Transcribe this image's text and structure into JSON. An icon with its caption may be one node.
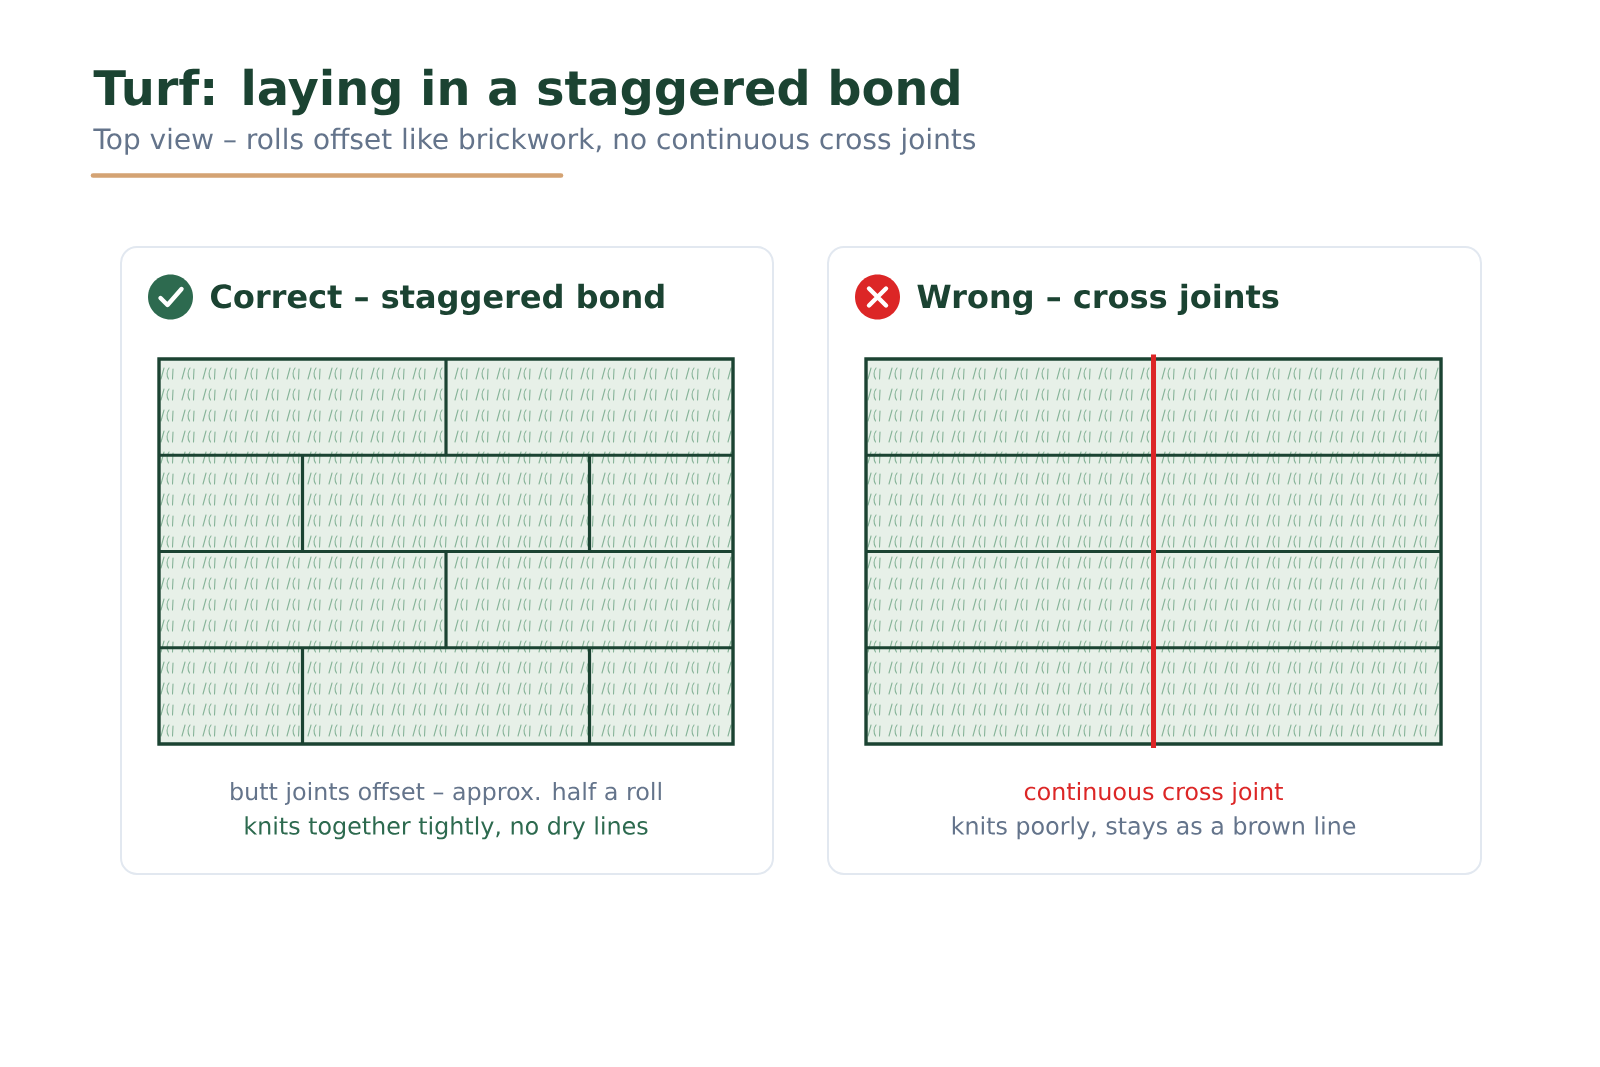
{
  "diagram": {
    "title": "Turf: laying in a staggered bond",
    "nodes": [
      {
        "text": [
          "Correct – staggered bond",
          "butt joints offset – approx. half a roll",
          "knits together tightly, no dry lines"
        ]
      },
      {
        "text": [
          "Wrong – cross joints",
          "continuous cross joint",
          "knits poorly, stays as a brown line"
        ]
      }
    ],
    "labels": [
      "Top view – rolls offset like brickwork, no continuous cross joints"
    ]
  }
}
